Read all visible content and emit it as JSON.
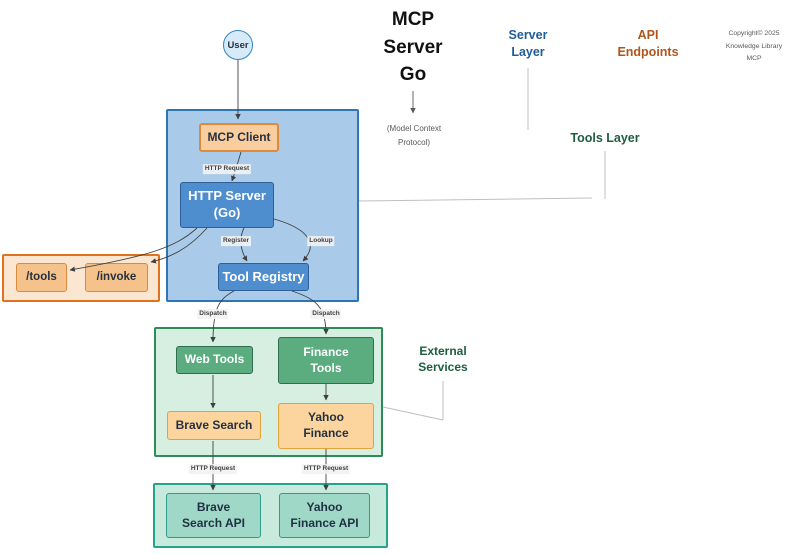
{
  "title": {
    "line1": "MCP",
    "line2": "Server",
    "line3": "Go",
    "subtitle_line1": "(Model Context",
    "subtitle_line2": "Protocol)"
  },
  "annotations": {
    "server_layer_line1": "Server",
    "server_layer_line2": "Layer",
    "api_endpoints_line1": "API",
    "api_endpoints_line2": "Endpoints",
    "tools_layer": "Tools Layer",
    "external_services_line1": "External",
    "external_services_line2": "Services",
    "copyright_line1": "Copyright© 2025",
    "copyright_line2": "Knowledge Library",
    "copyright_line3": "MCP"
  },
  "nodes": {
    "user": "User",
    "mcp_client": "MCP Client",
    "http_server_line1": "HTTP Server",
    "http_server_line2": "(Go)",
    "tool_registry": "Tool Registry",
    "tools_endpoint": "/tools",
    "invoke_endpoint": "/invoke",
    "web_tools": "Web Tools",
    "finance_tools_line1": "Finance",
    "finance_tools_line2": "Tools",
    "brave_search": "Brave Search",
    "yahoo_finance_line1": "Yahoo",
    "yahoo_finance_line2": "Finance",
    "brave_search_api_line1": "Brave",
    "brave_search_api_line2": "Search API",
    "yahoo_finance_api_line1": "Yahoo",
    "yahoo_finance_api_line2": "Finance API"
  },
  "edge_labels": {
    "http_request_top": "HTTP Request",
    "register": "Register",
    "lookup": "Lookup",
    "dispatch_left": "Dispatch",
    "dispatch_right": "Dispatch",
    "http_request_left": "HTTP Request",
    "http_request_right": "HTTP Request"
  },
  "colors": {
    "server_container_fill": "#a9cbe9",
    "server_container_border": "#2e75b5",
    "server_node_fill": "#4e8ecf",
    "endpoint_container_fill": "#fbe7d1",
    "endpoint_container_border": "#e2711d",
    "endpoint_node_fill": "#f6c28b",
    "tools_container_fill": "#d7efe1",
    "tools_container_border": "#2e8b57",
    "tools_node_fill": "#5bac7f",
    "client_node_fill": "#f9cd9e",
    "external_container_fill": "#c8eadd",
    "external_container_border": "#27a38b",
    "external_node_fill": "#9fd8c6",
    "server_layer_text": "#1f5c99",
    "api_endpoints_text": "#b0561a",
    "tools_layer_text": "#1e5e3e",
    "connector_line": "#3f3f3f",
    "annotation_line": "#bfbfbf"
  }
}
